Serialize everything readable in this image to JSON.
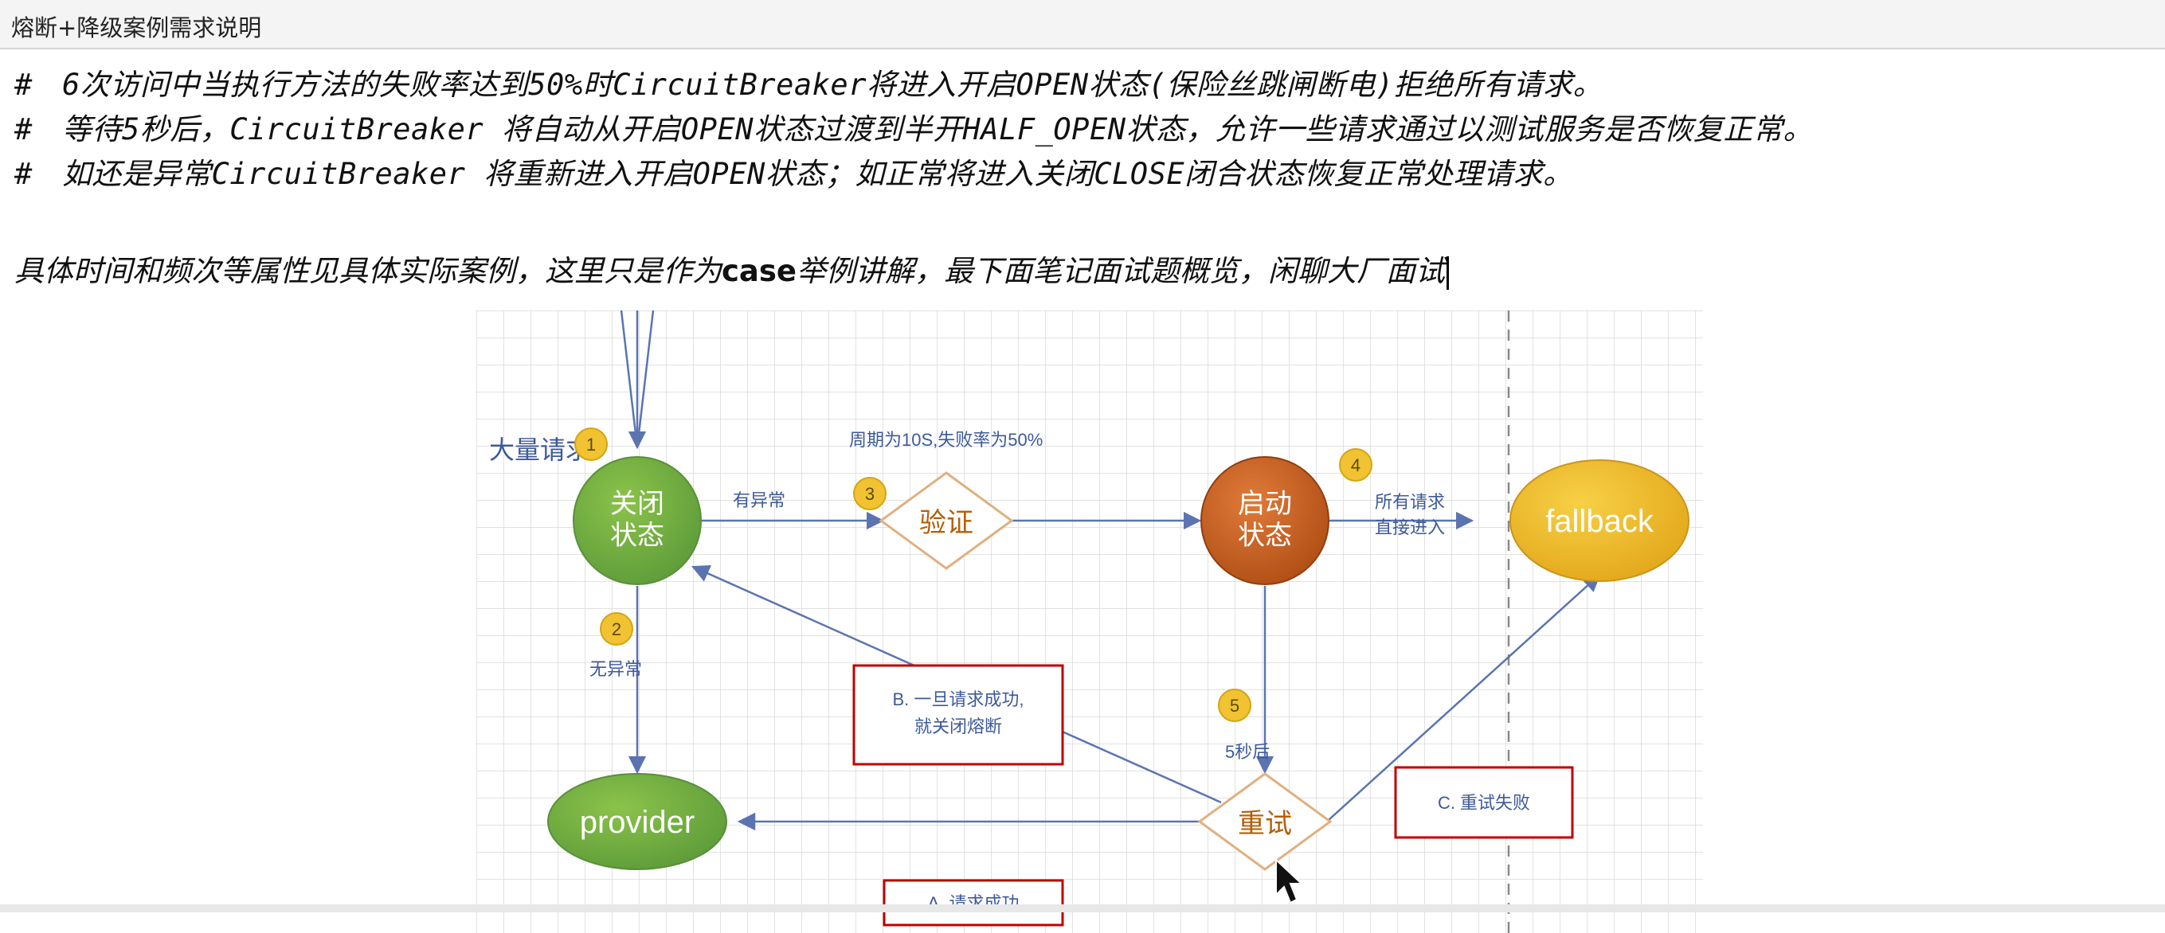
{
  "window": {
    "title": "熔断+降级案例需求说明"
  },
  "comments": [
    {
      "hash": "#",
      "text": "6次访问中当执行方法的失败率达到50%时CircuitBreaker将进入开启OPEN状态(保险丝跳闸断电)拒绝所有请求。"
    },
    {
      "hash": "#",
      "text": "等待5秒后，CircuitBreaker 将自动从开启OPEN状态过渡到半开HALF_OPEN状态，允许一些请求通过以测试服务是否恢复正常。"
    },
    {
      "hash": "#",
      "text": "如还是异常CircuitBreaker 将重新进入开启OPEN状态；如正常将进入关闭CLOSE闭合状态恢复正常处理请求。"
    }
  ],
  "note": {
    "before": "具体时间和频次等属性见具体实际案例，这里只是作为",
    "bold": "case",
    "after": "举例讲解，最下面笔记面试题概览，闲聊大厂面试"
  },
  "diagram": {
    "input_label": "大量请求",
    "closed_state": [
      "关闭",
      "状态"
    ],
    "open_state": [
      "启动",
      "状态"
    ],
    "fallback": "fallback",
    "provider": "provider",
    "verify": "验证",
    "retry": "重试",
    "edge_exception": "有异常",
    "edge_no_exception": "无异常",
    "period_label": "周期为10S,失败率为50%",
    "edge_all_requests": [
      "所有请求",
      "直接进入"
    ],
    "edge_after_5s": "5秒后",
    "box_b": [
      "B. 一旦请求成功,",
      "就关闭熔断"
    ],
    "box_c": "C. 重试失败",
    "box_a": "A. 请求成功",
    "step_numbers": [
      "1",
      "2",
      "3",
      "4",
      "5"
    ],
    "colors": {
      "closed": "#6aa84f",
      "open": "#c95d1f",
      "fallback": "#f1c232",
      "provider": "#6aa84f",
      "badge": "#f1c232",
      "line": "#5b74b0",
      "box_border": "#c00000",
      "diamond_text": "#b45f06"
    }
  }
}
